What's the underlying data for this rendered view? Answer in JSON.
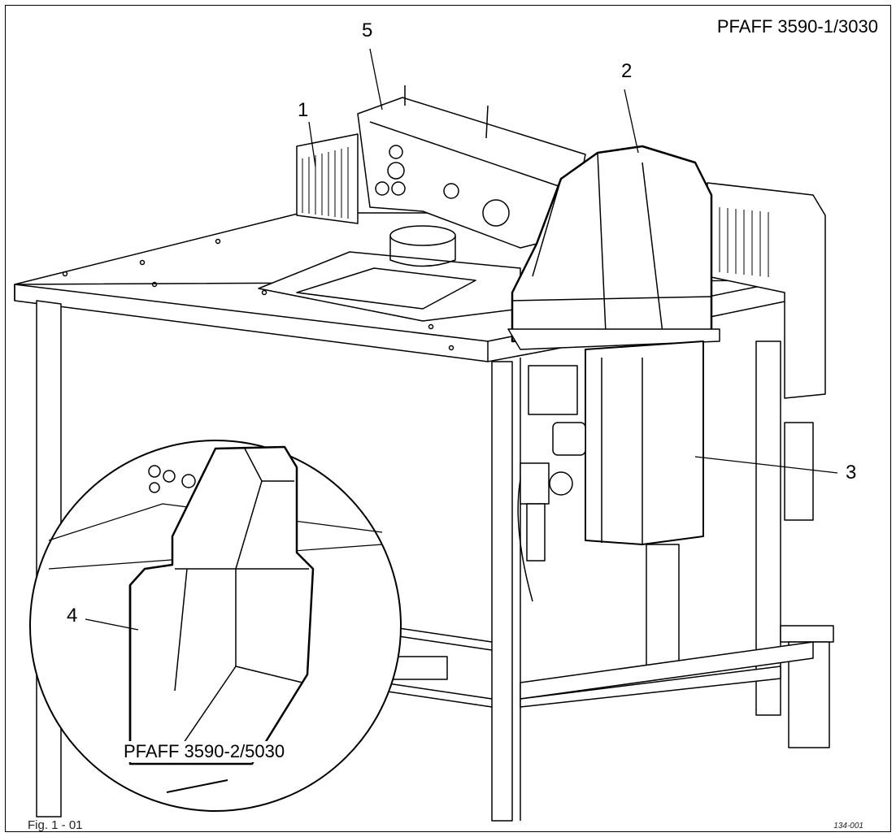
{
  "title": "PFAFF 3590-1/3030",
  "inset_title": "PFAFF 3590-2/5030",
  "figure_label": "Fig. 1 - 01",
  "reference_code": "134-001",
  "callouts": {
    "c1": "1",
    "c2": "2",
    "c3": "3",
    "c4": "4",
    "c5": "5"
  }
}
